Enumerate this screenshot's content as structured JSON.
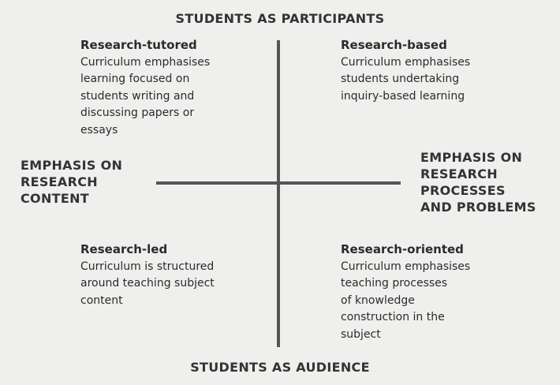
{
  "axes": {
    "top": "STUDENTS AS PARTICIPANTS",
    "bottom": "STUDENTS AS AUDIENCE",
    "left": [
      "EMPHASIS ON",
      "RESEARCH",
      "CONTENT"
    ],
    "right": [
      "EMPHASIS ON",
      "RESEARCH",
      "PROCESSES",
      "AND PROBLEMS"
    ]
  },
  "quadrants": {
    "top_left": {
      "title": "Research-tutored",
      "lines": [
        "Curriculum emphasises",
        "learning focused on",
        "students writing and",
        "discussing papers or",
        "essays"
      ]
    },
    "top_right": {
      "title": "Research-based",
      "lines": [
        "Curriculum emphasises",
        "students undertaking",
        "inquiry-based learning"
      ]
    },
    "bottom_left": {
      "title": "Research-led",
      "lines": [
        "Curriculum is structured",
        "around teaching subject",
        "content"
      ]
    },
    "bottom_right": {
      "title": "Research-oriented",
      "lines": [
        "Curriculum emphasises",
        "teaching processes",
        "of knowledge",
        "construction in the",
        "subject"
      ]
    }
  },
  "colors": {
    "background": "#efefee",
    "axis_line": "#555555",
    "text": "#2b2b2b"
  }
}
